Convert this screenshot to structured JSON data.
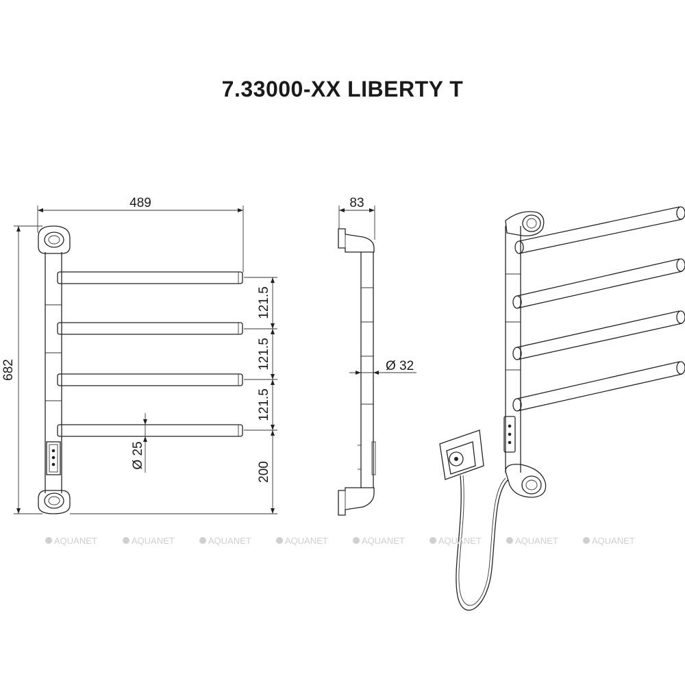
{
  "title": "7.33000-XX LIBERTY T",
  "dimensions": {
    "width": "489",
    "height": "682",
    "spacing_1": "121.5",
    "spacing_2": "121.5",
    "spacing_3": "121.5",
    "bottom_offset": "200",
    "bar_diameter": "Ø 25",
    "depth": "83",
    "pipe_diameter": "Ø 32"
  },
  "watermark": {
    "text": "AQUANET",
    "icon": "aquanet-logo-icon",
    "count": 8
  },
  "colors": {
    "line": "#222222",
    "watermark": "#cfcfcf"
  }
}
